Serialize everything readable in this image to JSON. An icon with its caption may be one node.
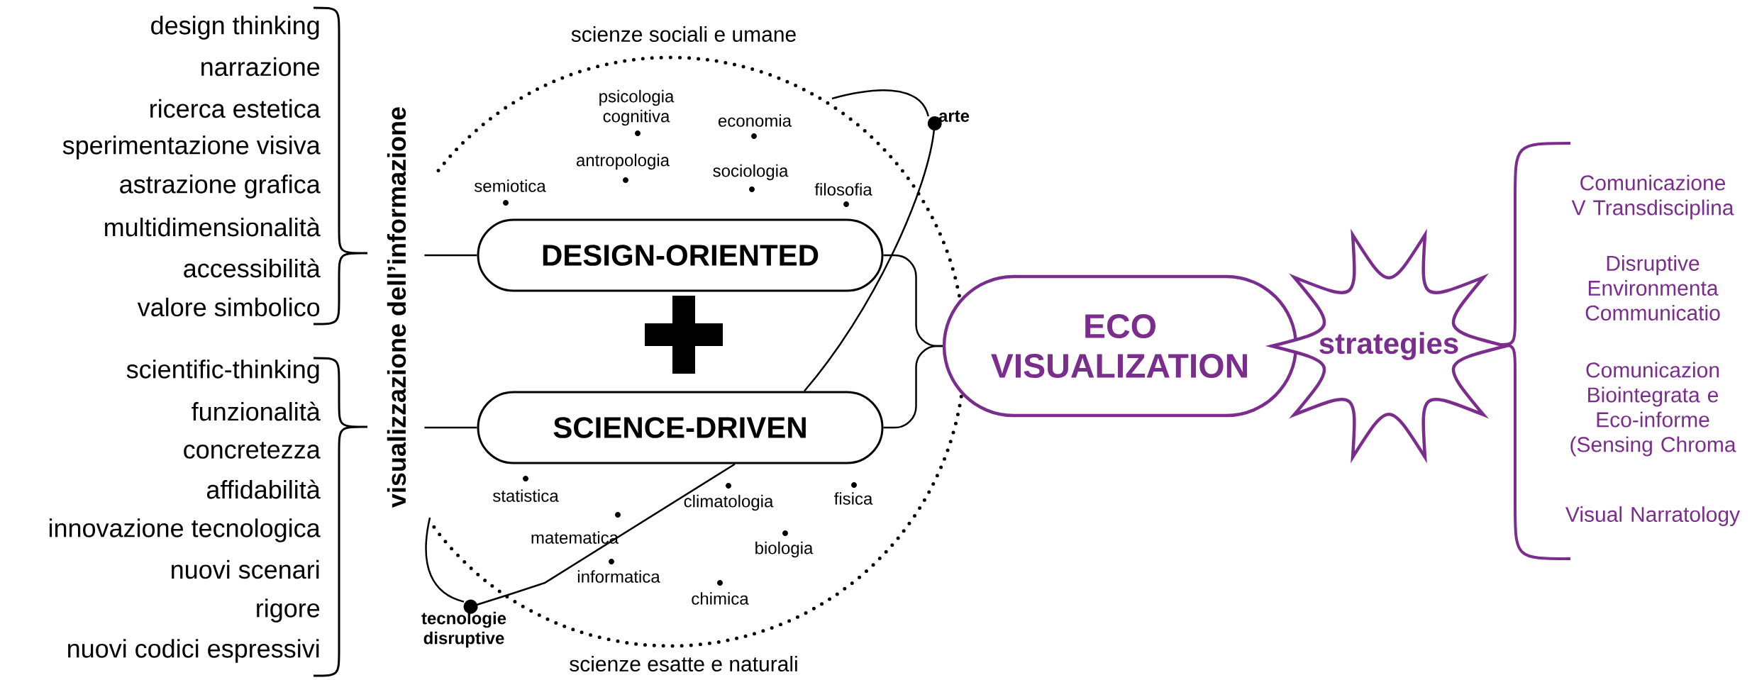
{
  "diagram": {
    "nodes": [
      {
        "text": [
          "DESIGN-ORIENTED"
        ]
      },
      {
        "text": [
          "SCIENCE-DRIVEN"
        ]
      },
      {
        "text": [
          "ECO VISUALIZATION"
        ]
      },
      {
        "text": [
          "strategies"
        ]
      },
      {
        "text": [
          "visualizzazione dell’informazione"
        ]
      },
      {
        "text": [
          "arte"
        ]
      },
      {
        "text": [
          "tecnologie disruptive"
        ]
      }
    ],
    "edges": [
      {
        "from": 4,
        "to": 0,
        "arrow": "none"
      },
      {
        "from": 4,
        "to": 1,
        "arrow": "none"
      },
      {
        "from": 0,
        "to": 2,
        "arrow": "none"
      },
      {
        "from": 1,
        "to": 2,
        "arrow": "none"
      },
      {
        "from": 1,
        "to": 5,
        "arrow": "other"
      },
      {
        "from": 1,
        "to": 6,
        "arrow": "other"
      }
    ],
    "labels": [
      "design thinking",
      "narrazione",
      "ricerca estetica",
      "sperimentazione visiva",
      "astrazione grafica",
      "multidimensionalità",
      "accessibilità",
      "valore simbolico",
      "scientific-thinking",
      "funzionalità",
      "concretezza",
      "affidabilità",
      "innovazione tecnologica",
      "nuovi scenari",
      "rigore",
      "nuovi codici espressivi",
      "scienze sociali e umane",
      "psicologia cognitiva",
      "economia",
      "antropologia",
      "sociologia",
      "semiotica",
      "filosofia",
      "statistica",
      "climatologia",
      "fisica",
      "matematica",
      "biologia",
      "informatica",
      "chimica",
      "scienze esatte e naturali",
      "Comunicazione V Transdisciplina",
      "Disruptive Environmenta Communicatio",
      "Comunicazion Biointegrata e Eco-informe (Sensing Chroma",
      "Visual Narratology"
    ]
  }
}
